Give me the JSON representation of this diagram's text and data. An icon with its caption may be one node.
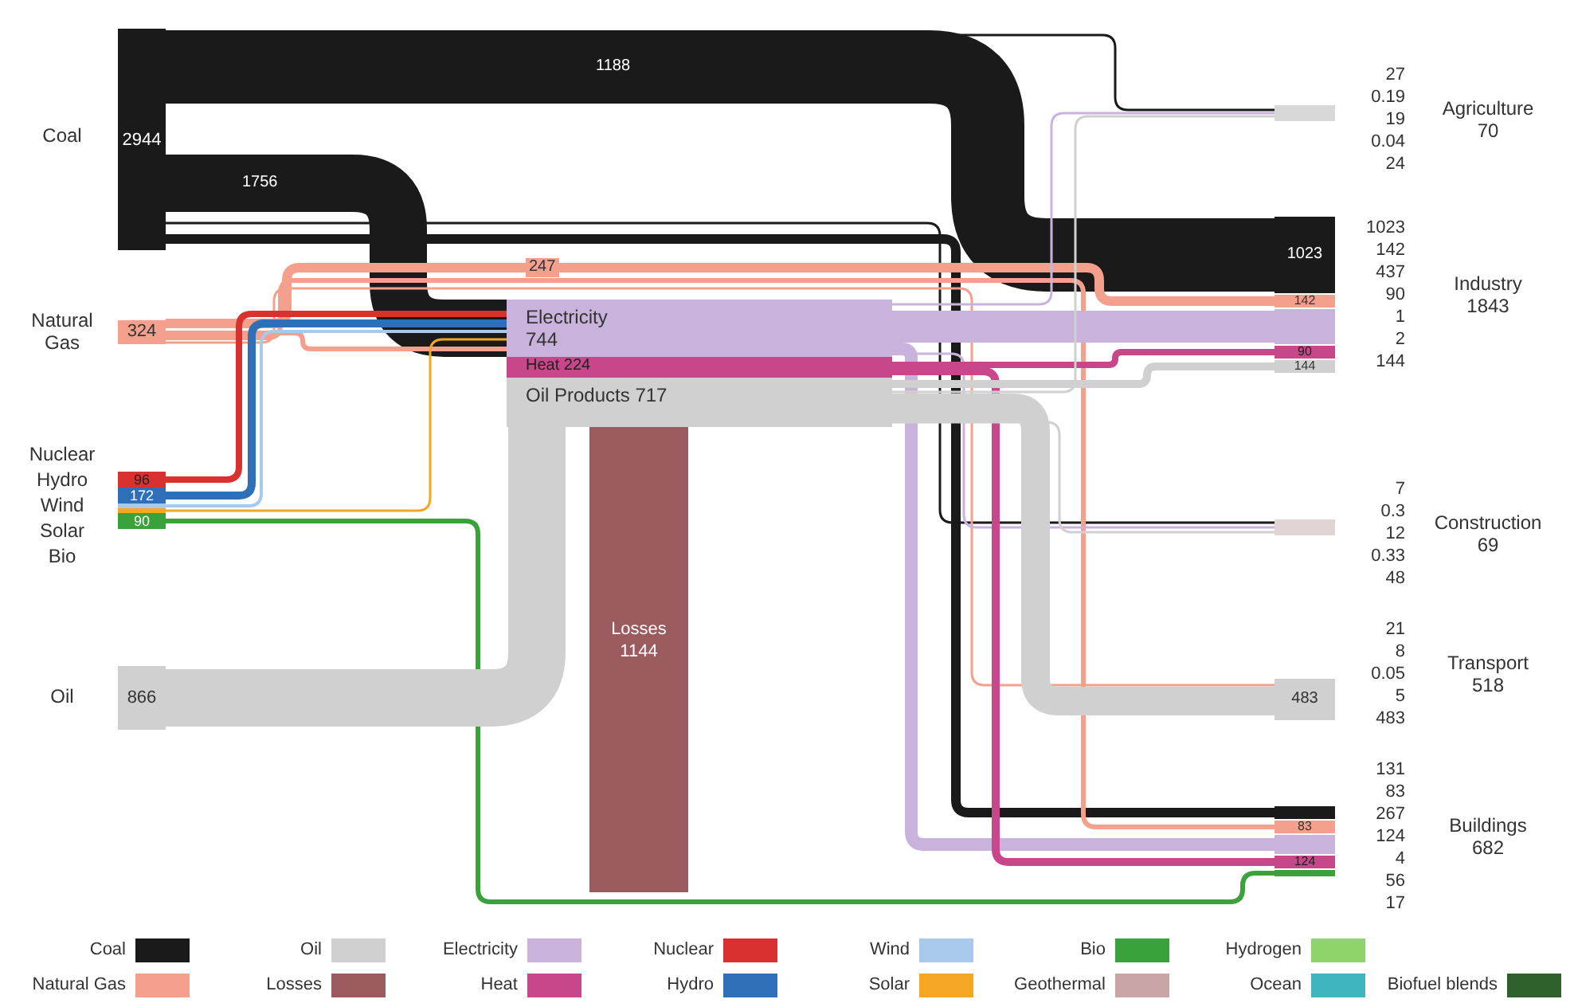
{
  "diagram": {
    "nodes": [
      {
        "text": [
          "Coal",
          "2944"
        ]
      },
      {
        "text": [
          "Natural Gas",
          "324"
        ]
      },
      {
        "text": [
          "Nuclear",
          "96"
        ]
      },
      {
        "text": [
          "Hydro",
          "172"
        ]
      },
      {
        "text": [
          "Wind"
        ]
      },
      {
        "text": [
          "Solar"
        ]
      },
      {
        "text": [
          "Bio",
          "90"
        ]
      },
      {
        "text": [
          "Oil",
          "866"
        ]
      },
      {
        "text": [
          "Electricity 744"
        ]
      },
      {
        "text": [
          "Heat 224"
        ]
      },
      {
        "text": [
          "Oil Products 717"
        ]
      },
      {
        "text": [
          "Losses 1144"
        ]
      },
      {
        "text": [],
        "shape": "bar"
      },
      {
        "text": [
          "Agriculture 70"
        ],
        "beside": [
          "27",
          "0.19",
          "19",
          "0.04",
          "24"
        ]
      },
      {
        "text": [
          "1023"
        ]
      },
      {
        "text": [
          "142"
        ]
      },
      {
        "text": [],
        "shape": "bar"
      },
      {
        "text": [
          "90"
        ]
      },
      {
        "text": [
          "144"
        ]
      },
      {
        "text": [
          "Industry 1843"
        ],
        "beside": [
          "1023",
          "142",
          "437",
          "90",
          "1",
          "2",
          "144"
        ]
      },
      {
        "text": [],
        "shape": "bar"
      },
      {
        "text": [
          "Construction 69"
        ],
        "beside": [
          "7",
          "0.3",
          "12",
          "0.33",
          "48"
        ]
      },
      {
        "text": [
          "483"
        ]
      },
      {
        "text": [
          "Transport 518"
        ],
        "beside": [
          "21",
          "8",
          "0.05",
          "5",
          "483"
        ]
      },
      {
        "text": [],
        "shape": "bar"
      },
      {
        "text": [
          "83"
        ]
      },
      {
        "text": [],
        "shape": "bar"
      },
      {
        "text": [
          "124"
        ]
      },
      {
        "text": [],
        "shape": "bar"
      },
      {
        "text": [
          "Buildings 682"
        ],
        "beside": [
          "131",
          "83",
          "267",
          "124",
          "4",
          "56",
          "17"
        ]
      }
    ],
    "edges": [
      {
        "from": 0,
        "to": 12,
        "arrow": "none",
        "color": "#1a1a1a"
      },
      {
        "from": 0,
        "to": 14,
        "arrow": "none",
        "label": "1188",
        "style": "thick",
        "color": "#1a1a1a"
      },
      {
        "from": 0,
        "to": 8,
        "arrow": "none",
        "label": "1756",
        "style": "thick",
        "color": "#1a1a1a"
      },
      {
        "from": 0,
        "to": 20,
        "arrow": "none",
        "color": "#1a1a1a"
      },
      {
        "from": 0,
        "to": 24,
        "arrow": "none",
        "color": "#1a1a1a"
      },
      {
        "from": 1,
        "to": 15,
        "arrow": "none",
        "label": "247",
        "color": "#f4a08c"
      },
      {
        "from": 1,
        "to": 8,
        "arrow": "none",
        "color": "#f4a08c"
      },
      {
        "from": 1,
        "to": 25,
        "arrow": "none",
        "color": "#f4a08c"
      },
      {
        "from": 1,
        "to": 22,
        "arrow": "none",
        "color": "#f4a08c"
      },
      {
        "from": 2,
        "to": 8,
        "arrow": "none",
        "color": "#d93030"
      },
      {
        "from": 3,
        "to": 8,
        "arrow": "none",
        "color": "#2f6fb8"
      },
      {
        "from": 4,
        "to": 8,
        "arrow": "none",
        "color": "#a8c8ec"
      },
      {
        "from": 5,
        "to": 8,
        "arrow": "none",
        "color": "#f5a623"
      },
      {
        "from": 6,
        "to": 28,
        "arrow": "none",
        "color": "#3aa23a"
      },
      {
        "from": 7,
        "to": 10,
        "arrow": "none",
        "style": "thick",
        "color": "#d0d0d0"
      },
      {
        "from": 8,
        "to": 16,
        "arrow": "none",
        "style": "thick",
        "color": "#c9b3dc"
      },
      {
        "from": 8,
        "to": 26,
        "arrow": "none",
        "style": "thick",
        "color": "#c9b3dc"
      },
      {
        "from": 8,
        "to": 12,
        "arrow": "none",
        "color": "#c9b3dc"
      },
      {
        "from": 8,
        "to": 20,
        "arrow": "none",
        "color": "#c9b3dc"
      },
      {
        "from": 9,
        "to": 17,
        "arrow": "none",
        "color": "#c8478a"
      },
      {
        "from": 9,
        "to": 27,
        "arrow": "none",
        "color": "#c8478a"
      },
      {
        "from": 10,
        "to": 18,
        "arrow": "none",
        "color": "#d0d0d0"
      },
      {
        "from": 10,
        "to": 22,
        "arrow": "none",
        "style": "thick",
        "color": "#d0d0d0"
      },
      {
        "from": 10,
        "to": 12,
        "arrow": "none",
        "color": "#d0d0d0"
      },
      {
        "from": 10,
        "to": 20,
        "arrow": "none",
        "color": "#d0d0d0"
      }
    ],
    "legend": [
      {
        "text": "Coal",
        "color": "#1a1a1a"
      },
      {
        "text": "Oil",
        "color": "#d0d0d0"
      },
      {
        "text": "Electricity",
        "color": "#c9b3dc"
      },
      {
        "text": "Nuclear",
        "color": "#d93030"
      },
      {
        "text": "Wind",
        "color": "#a8c8ec"
      },
      {
        "text": "Bio",
        "color": "#3aa23a"
      },
      {
        "text": "Hydrogen",
        "color": "#8fd46a"
      },
      {
        "text": "Natural Gas",
        "color": "#f4a08c"
      },
      {
        "text": "Losses",
        "color": "#9b5a5e"
      },
      {
        "text": "Heat",
        "color": "#c8478a"
      },
      {
        "text": "Hydro",
        "color": "#2f6fb8"
      },
      {
        "text": "Solar",
        "color": "#f5a623"
      },
      {
        "text": "Geothermal",
        "color": "#c9a5a5"
      },
      {
        "text": "Ocean",
        "color": "#3fb5c0"
      },
      {
        "text": "Biofuel blends",
        "color": "#2f5f2a"
      }
    ]
  }
}
